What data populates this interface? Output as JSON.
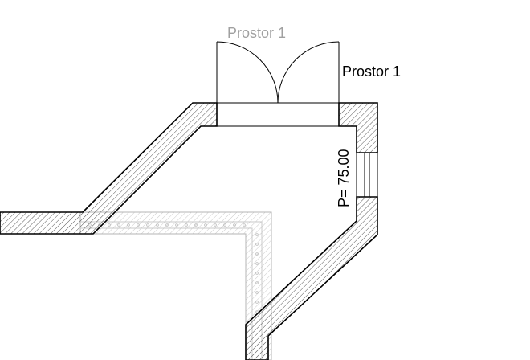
{
  "labels": {
    "door_ghost": "Prostor 1",
    "room_name": "Prostor 1",
    "area": "P= 75.00"
  },
  "colors": {
    "wall_stroke": "#000000",
    "hatch": "#444444",
    "ghost": "#a0a0a0",
    "background": "#ffffff"
  }
}
